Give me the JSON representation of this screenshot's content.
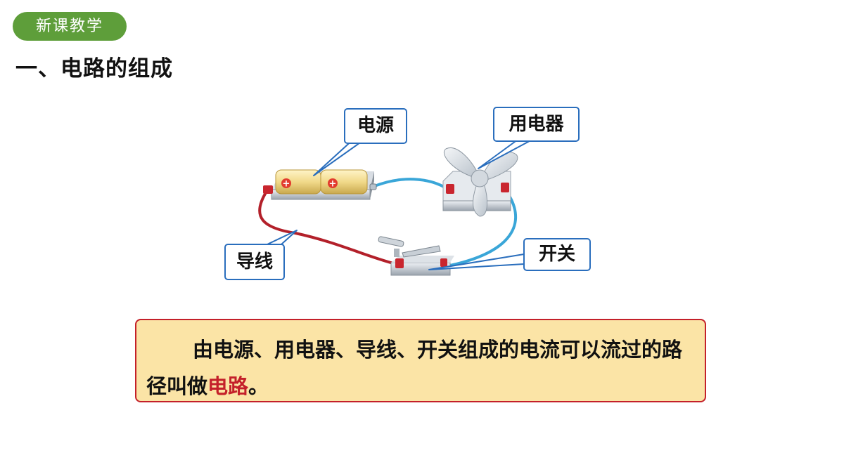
{
  "header": {
    "badge_label": "新课教学",
    "section_title": "一、电路的组成"
  },
  "diagram": {
    "labels": {
      "power_source": "电源",
      "appliance": "用电器",
      "wire": "导线",
      "switch": "开关"
    },
    "battery_symbol": "+"
  },
  "definition": {
    "text_before": "由电源、用电器、导线、开关组成的电流可以流过的路径叫做",
    "term": "电路",
    "text_after": "。"
  },
  "colors": {
    "badge_green": "#5e9e3a",
    "callout_border": "#2a6ebd",
    "definition_fill": "#fbe4a6",
    "definition_border": "#c4202a",
    "term_red": "#c4202a",
    "wire_red": "#b3202a",
    "wire_blue": "#3aa6d8"
  }
}
